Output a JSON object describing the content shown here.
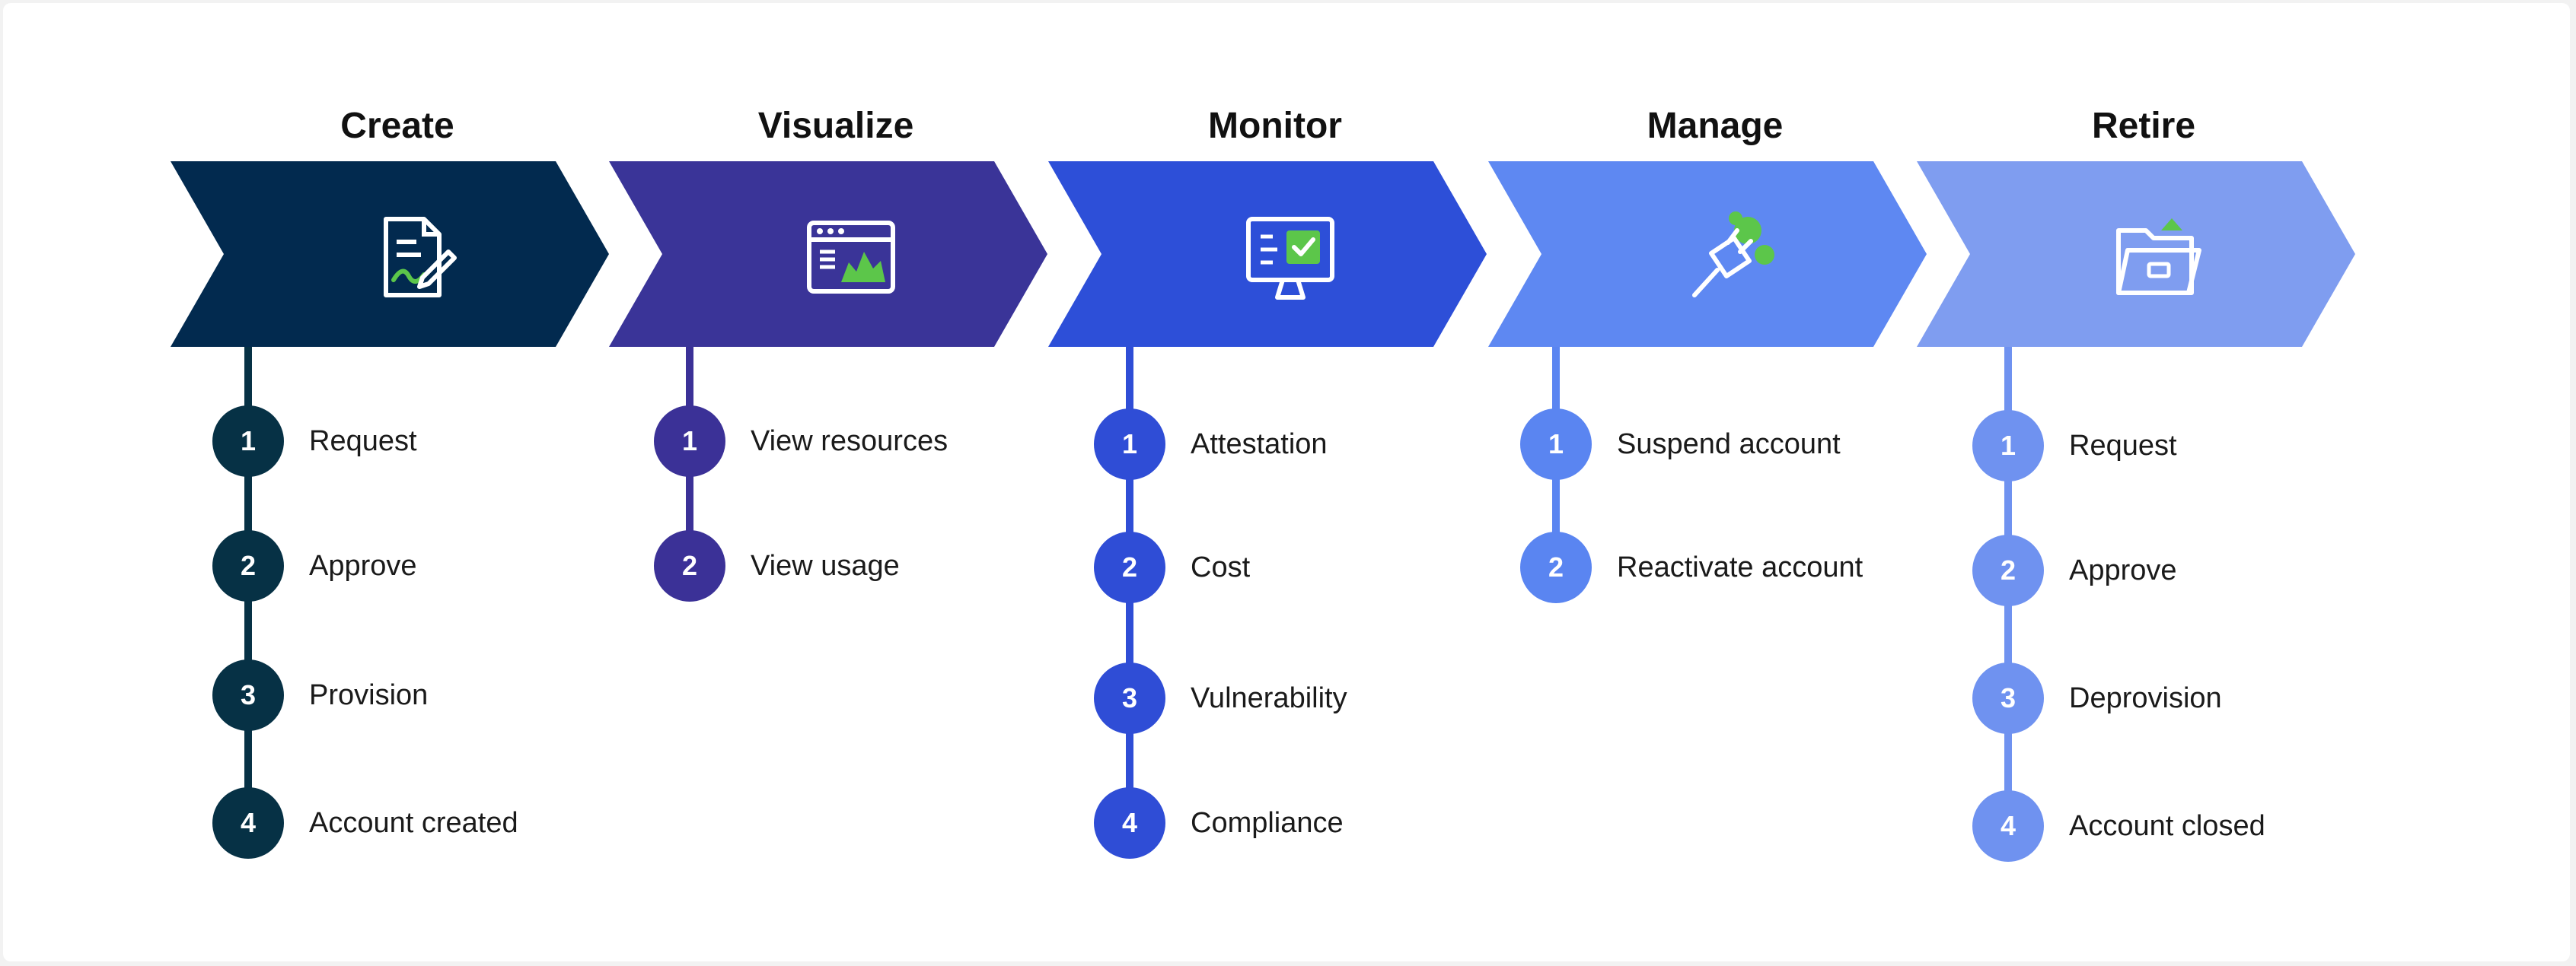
{
  "stages": [
    {
      "title": "Create",
      "color": "#022a4f",
      "circle_color": "#063145",
      "icon": "document-sign-icon",
      "steps": [
        {
          "num": "1",
          "label": "Request"
        },
        {
          "num": "2",
          "label": "Approve"
        },
        {
          "num": "3",
          "label": "Provision"
        },
        {
          "num": "4",
          "label": "Account created"
        }
      ]
    },
    {
      "title": "Visualize",
      "color": "#3a3498",
      "circle_color": "#3b3197",
      "icon": "dashboard-chart-icon",
      "steps": [
        {
          "num": "1",
          "label": "View resources"
        },
        {
          "num": "2",
          "label": "View usage"
        }
      ]
    },
    {
      "title": "Monitor",
      "color": "#2d4fd8",
      "circle_color": "#2f4dd6",
      "icon": "monitor-check-icon",
      "steps": [
        {
          "num": "1",
          "label": "Attestation"
        },
        {
          "num": "2",
          "label": "Cost"
        },
        {
          "num": "3",
          "label": "Vulnerability"
        },
        {
          "num": "4",
          "label": "Compliance"
        }
      ]
    },
    {
      "title": "Manage",
      "color": "#5e88f2",
      "circle_color": "#5a85f1",
      "icon": "plug-connect-icon",
      "steps": [
        {
          "num": "1",
          "label": "Suspend account"
        },
        {
          "num": "2",
          "label": "Reactivate account"
        }
      ]
    },
    {
      "title": "Retire",
      "color": "#7f9df0",
      "circle_color": "#6f92f0",
      "icon": "folder-archive-icon",
      "steps": [
        {
          "num": "1",
          "label": "Request"
        },
        {
          "num": "2",
          "label": "Approve"
        },
        {
          "num": "3",
          "label": "Deprovision"
        },
        {
          "num": "4",
          "label": "Account closed"
        }
      ]
    }
  ],
  "icon_accent": "#5cc64a"
}
